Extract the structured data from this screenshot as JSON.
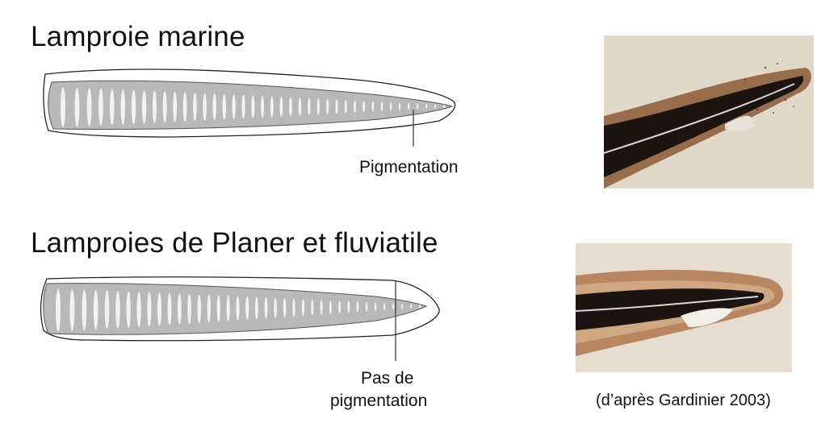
{
  "sections": [
    {
      "title": "Lamproie marine",
      "label": "Pigmentation"
    },
    {
      "title": "Lamproies de Planer et  fluviatile",
      "label_line1": "Pas de",
      "label_line2": "pigmentation"
    }
  ],
  "caption": "(d’après Gardinier 2003)",
  "colors": {
    "body_fill": "#b8b8b8",
    "stripe": "#f2f2f2",
    "photo_bg": "#e2d8ca",
    "photo_dark": "#1c1410",
    "photo_brown": "#8a5a36"
  }
}
